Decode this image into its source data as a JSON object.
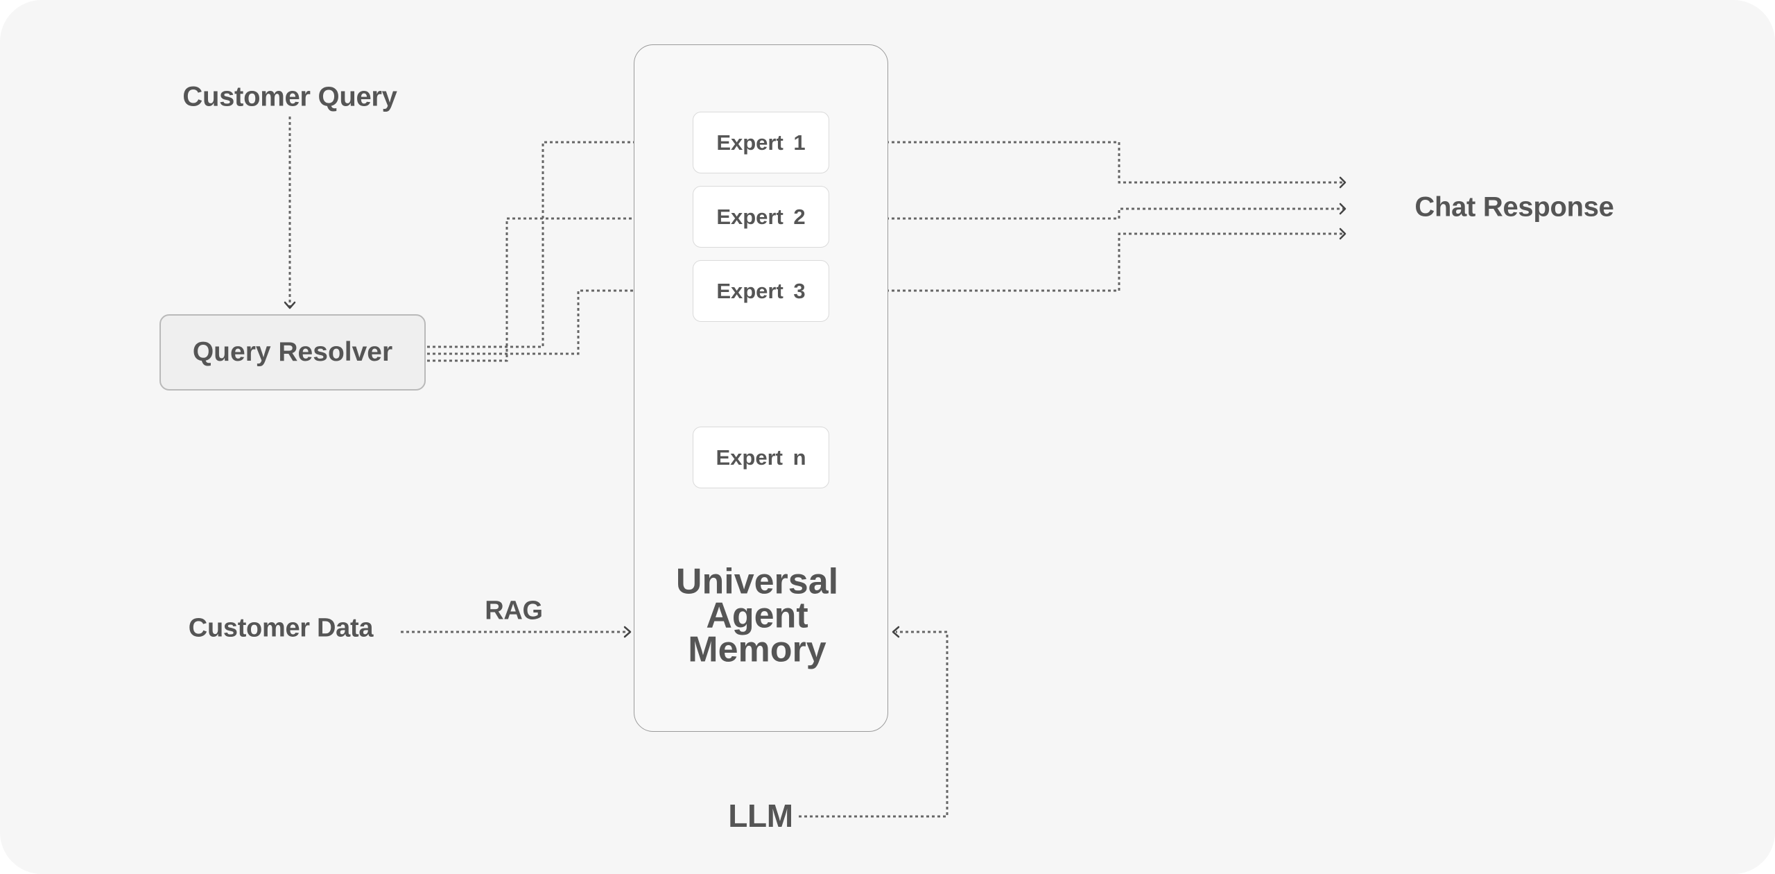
{
  "diagram": {
    "title_inputs": {
      "customer_query": "Customer Query",
      "customer_data": "Customer Data",
      "llm": "LLM"
    },
    "query_resolver": {
      "label": "Query Resolver"
    },
    "memory": {
      "label": "Universal\nAgent\nMemory",
      "experts": [
        {
          "label": "Expert 1"
        },
        {
          "label": "Expert 2"
        },
        {
          "label": "Expert 3"
        },
        {
          "label": "Expert n"
        }
      ]
    },
    "edge_labels": {
      "rag": "RAG"
    },
    "output": {
      "label": "Chat Response"
    },
    "edges": [
      {
        "from": "Customer Query",
        "to": "Query Resolver",
        "style": "dotted"
      },
      {
        "from": "Query Resolver",
        "to": "Expert 1",
        "style": "dotted"
      },
      {
        "from": "Query Resolver",
        "to": "Expert 2",
        "style": "dotted"
      },
      {
        "from": "Query Resolver",
        "to": "Expert 3",
        "style": "dotted"
      },
      {
        "from": "Expert 1",
        "to": "Chat Response",
        "style": "dotted"
      },
      {
        "from": "Expert 2",
        "to": "Chat Response",
        "style": "dotted"
      },
      {
        "from": "Expert 3",
        "to": "Chat Response",
        "style": "dotted"
      },
      {
        "from": "Customer Data",
        "to": "Universal Agent Memory",
        "label": "RAG",
        "style": "dotted"
      },
      {
        "from": "LLM",
        "to": "Universal Agent Memory",
        "style": "dotted"
      }
    ],
    "colors": {
      "background": "#f6f6f6",
      "text": "#555555",
      "line": "#666666",
      "expert_fill": "#ffffff",
      "resolver_fill": "#efefef"
    }
  }
}
